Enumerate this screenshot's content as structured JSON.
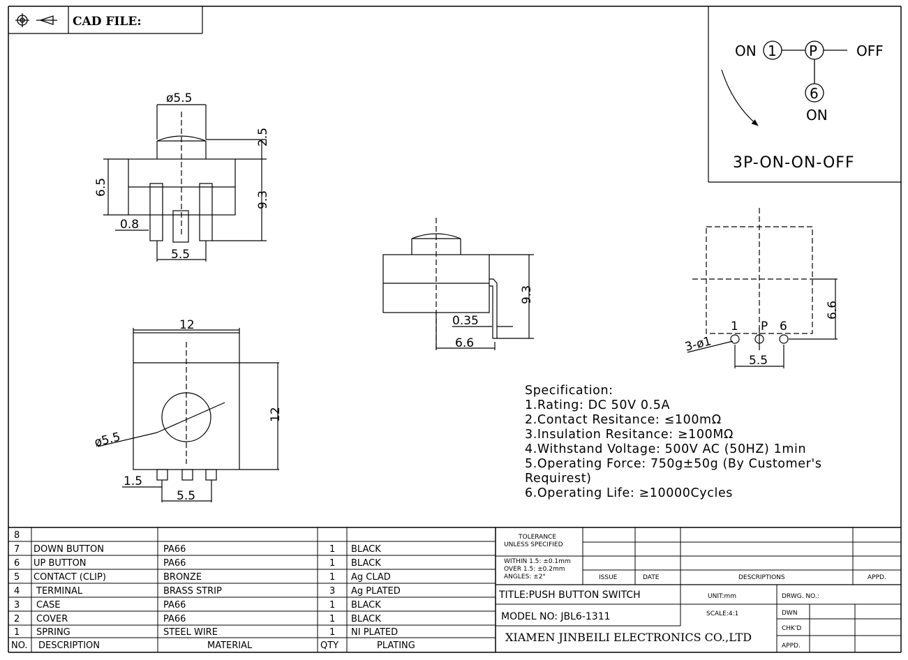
{
  "header": {
    "cad_label": "CAD FILE:",
    "symbol_icon": "projection-symbol-icon"
  },
  "schematic": {
    "left_label": "ON",
    "right_label": "OFF",
    "bottom_label": "ON",
    "pin1": "1",
    "pinP": "P",
    "pin6": "6",
    "title": "3P-ON-ON-OFF"
  },
  "dimensions": {
    "front_top_dia": "ø5.5",
    "front_cap_h": "2.5",
    "front_body_h": "6.5",
    "front_total_h": "9.3",
    "front_pin_w": "0.8",
    "front_pin_pitch": "5.5",
    "top_width": "12",
    "top_height": "12",
    "top_button_dia": "ø5.5",
    "top_pin_w": "1.5",
    "top_pin_pitch": "5.5",
    "side_total_h": "9.3",
    "side_pin_t": "0.35",
    "side_depth": "6.6",
    "pcb_h": "6.6",
    "pcb_pin1": "1",
    "pcb_pinP": "P",
    "pcb_pin6": "6",
    "pcb_hole": "3-ø1",
    "pcb_pitch": "5.5"
  },
  "specification": {
    "heading": "Specification:",
    "lines": [
      "1.Rating: DC 50V 0.5A",
      "2.Contact Resitance: ≤100mΩ",
      "3.Insulation Resitance: ≥100MΩ",
      "4.Withstand Voltage: 500V AC (50HZ) 1min",
      "5.Operating Force: 750g±50g (By Customer's",
      "Requirest)",
      "6.Operating Life: ≥10000Cycles"
    ]
  },
  "bom": {
    "headers": [
      "NO.",
      "DESCRIPTION",
      "MATERIAL",
      "QTY",
      "PLATING"
    ],
    "rows": [
      {
        "no": "8",
        "desc": "",
        "mat": "",
        "qty": "",
        "plat": ""
      },
      {
        "no": "7",
        "desc": "DOWN BUTTON",
        "mat": "PA66",
        "qty": "1",
        "plat": "BLACK"
      },
      {
        "no": "6",
        "desc": "UP BUTTON",
        "mat": "PA66",
        "qty": "1",
        "plat": "BLACK"
      },
      {
        "no": "5",
        "desc": "CONTACT (CLIP)",
        "mat": "BRONZE",
        "qty": "1",
        "plat": "Ag CLAD"
      },
      {
        "no": "4",
        "desc": "TERMINAL",
        "mat": "BRASS STRIP",
        "qty": "3",
        "plat": "Ag PLATED"
      },
      {
        "no": "3",
        "desc": "CASE",
        "mat": "PA66",
        "qty": "1",
        "plat": "BLACK"
      },
      {
        "no": "2",
        "desc": "COVER",
        "mat": "PA66",
        "qty": "1",
        "plat": "BLACK"
      },
      {
        "no": "1",
        "desc": "SPRING",
        "mat": "STEEL WIRE",
        "qty": "1",
        "plat": "NI PLATED"
      }
    ]
  },
  "title_block": {
    "tolerance_1": "TOLERANCE",
    "tolerance_2": "UNLESS SPECIFIED",
    "within": "WITHIN 1.5: ±0.1mm",
    "over": "OVER 1.5: ±0.2mm",
    "angles": "ANGLES: ±2°",
    "issue": "ISSUE",
    "date": "DATE",
    "descriptions": "DESCRIPTIONS",
    "appd_rev": "APPD.",
    "title": "TITLE:PUSH BUTTON SWITCH",
    "model": "MODEL NO: JBL6-1311",
    "company": "XIAMEN JINBEILI ELECTRONICS CO.,LTD",
    "unit": "UNIT:mm",
    "scale": "SCALE:4:1",
    "drwg_no": "DRWG. NO.:",
    "dwn": "DWN",
    "chkd": "CHK'D",
    "appd": "APPD."
  }
}
